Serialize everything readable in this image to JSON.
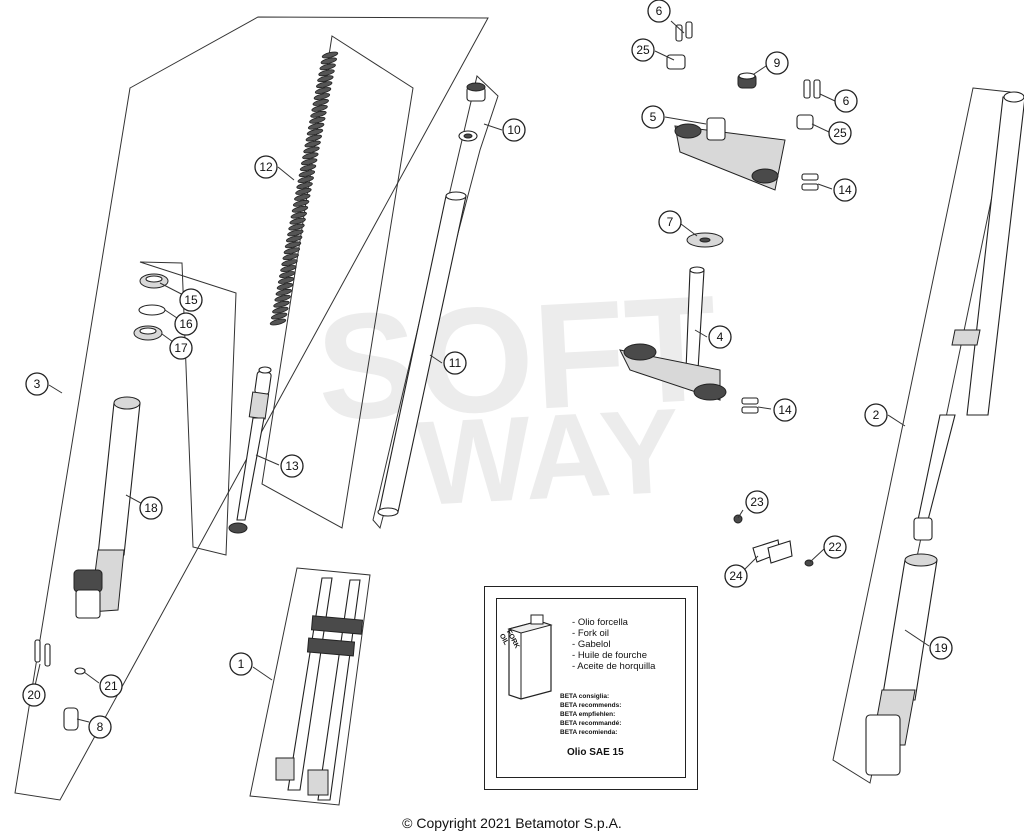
{
  "callouts": [
    {
      "id": "1",
      "label": "1"
    },
    {
      "id": "2",
      "label": "2"
    },
    {
      "id": "3",
      "label": "3"
    },
    {
      "id": "4",
      "label": "4"
    },
    {
      "id": "5",
      "label": "5"
    },
    {
      "id": "6a",
      "label": "6"
    },
    {
      "id": "6b",
      "label": "6"
    },
    {
      "id": "7",
      "label": "7"
    },
    {
      "id": "8",
      "label": "8"
    },
    {
      "id": "9",
      "label": "9"
    },
    {
      "id": "10",
      "label": "10"
    },
    {
      "id": "11",
      "label": "11"
    },
    {
      "id": "12",
      "label": "12"
    },
    {
      "id": "13",
      "label": "13"
    },
    {
      "id": "14a",
      "label": "14"
    },
    {
      "id": "14b",
      "label": "14"
    },
    {
      "id": "15",
      "label": "15"
    },
    {
      "id": "16",
      "label": "16"
    },
    {
      "id": "17",
      "label": "17"
    },
    {
      "id": "18",
      "label": "18"
    },
    {
      "id": "19",
      "label": "19"
    },
    {
      "id": "20",
      "label": "20"
    },
    {
      "id": "21",
      "label": "21"
    },
    {
      "id": "22",
      "label": "22"
    },
    {
      "id": "23",
      "label": "23"
    },
    {
      "id": "24",
      "label": "24"
    },
    {
      "id": "25a",
      "label": "25"
    },
    {
      "id": "25b",
      "label": "25"
    }
  ],
  "oil_box": {
    "can_label_1": "FORK",
    "can_label_2": "OIL",
    "translations": [
      "Olio forcella",
      "Fork oil",
      "Gabelol",
      "Huile de fourche",
      "Aceite de horquilla"
    ],
    "recommend_lines": [
      "BETA consiglia:",
      "BETA recommends:",
      "BETA empfiehlen:",
      "BETA recommandé:",
      "BETA recomienda:"
    ],
    "oil_grade": "Olio SAE 15"
  },
  "copyright": "© Copyright 2021 Betamotor S.p.A."
}
